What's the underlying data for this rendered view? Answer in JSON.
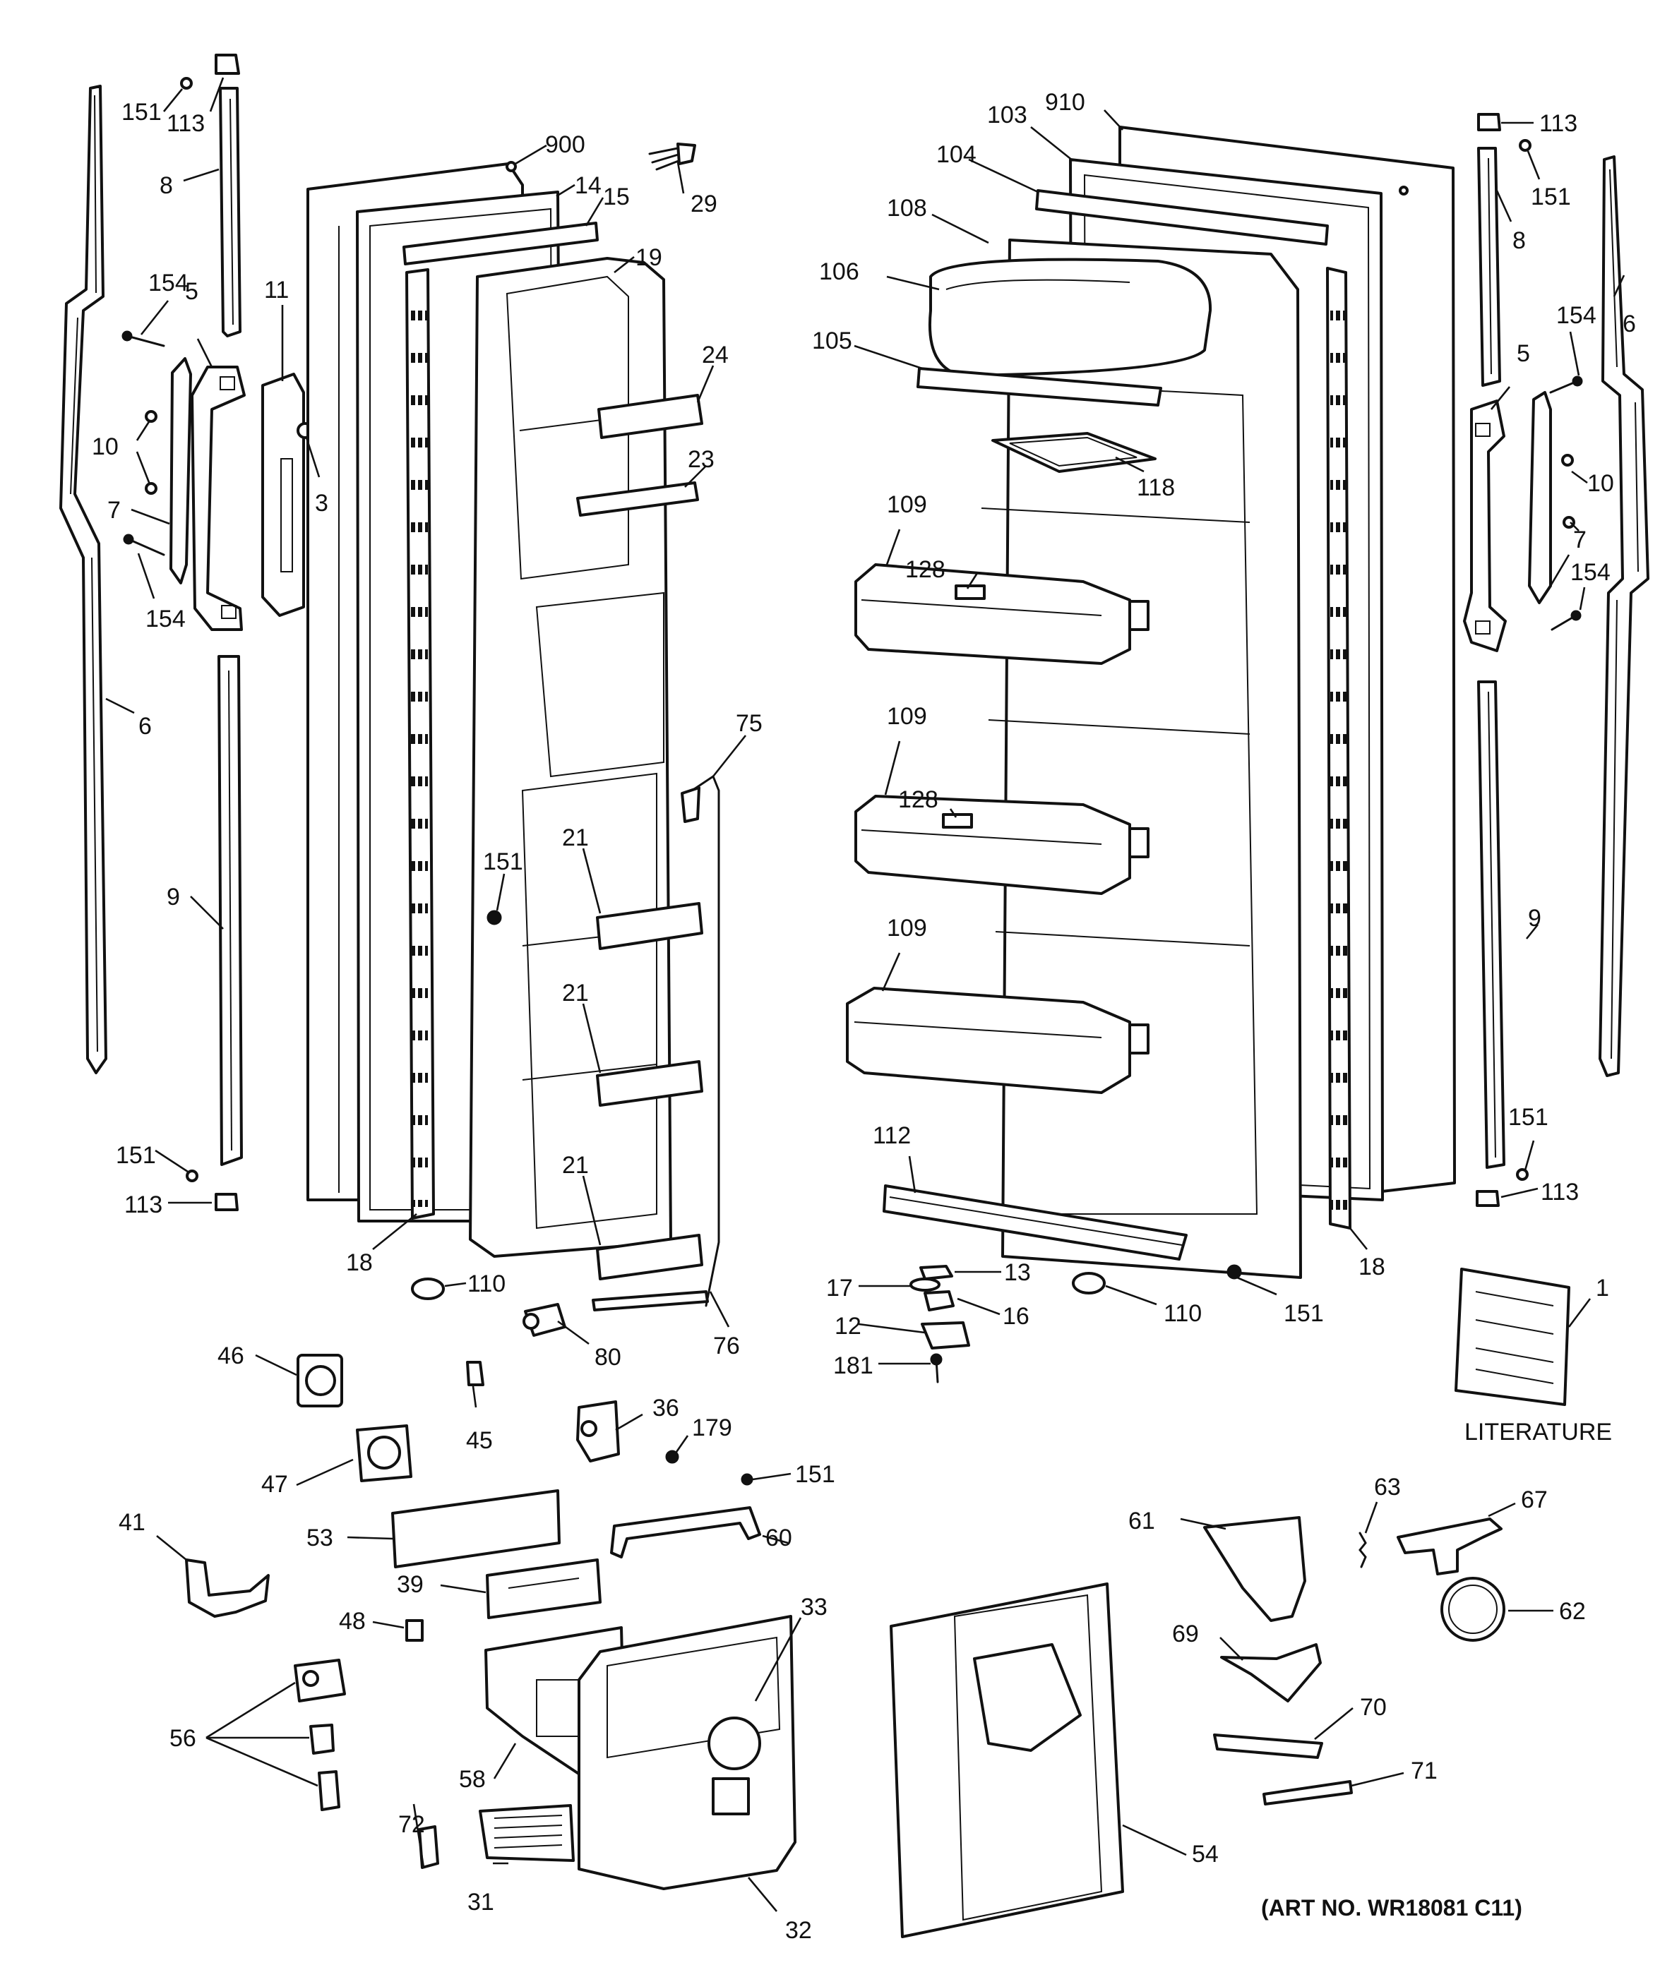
{
  "callouts": [
    {
      "id": "151a",
      "label": "151"
    },
    {
      "id": "113a",
      "label": "113"
    },
    {
      "id": "8a",
      "label": "8"
    },
    {
      "id": "154a",
      "label": "154"
    },
    {
      "id": "5a",
      "label": "5"
    },
    {
      "id": "11",
      "label": "11"
    },
    {
      "id": "10a",
      "label": "10"
    },
    {
      "id": "3",
      "label": "3"
    },
    {
      "id": "7a",
      "label": "7"
    },
    {
      "id": "154b",
      "label": "154"
    },
    {
      "id": "6a",
      "label": "6"
    },
    {
      "id": "9a",
      "label": "9"
    },
    {
      "id": "151b",
      "label": "151"
    },
    {
      "id": "113b",
      "label": "113"
    },
    {
      "id": "18a",
      "label": "18"
    },
    {
      "id": "900",
      "label": "900"
    },
    {
      "id": "14",
      "label": "14"
    },
    {
      "id": "15",
      "label": "15"
    },
    {
      "id": "29",
      "label": "29"
    },
    {
      "id": "19",
      "label": "19"
    },
    {
      "id": "24",
      "label": "24"
    },
    {
      "id": "23",
      "label": "23"
    },
    {
      "id": "75",
      "label": "75"
    },
    {
      "id": "151c",
      "label": "151"
    },
    {
      "id": "21a",
      "label": "21"
    },
    {
      "id": "21b",
      "label": "21"
    },
    {
      "id": "21c",
      "label": "21"
    },
    {
      "id": "110a",
      "label": "110"
    },
    {
      "id": "80",
      "label": "80"
    },
    {
      "id": "76",
      "label": "76"
    },
    {
      "id": "910",
      "label": "910"
    },
    {
      "id": "103",
      "label": "103"
    },
    {
      "id": "104",
      "label": "104"
    },
    {
      "id": "108",
      "label": "108"
    },
    {
      "id": "106",
      "label": "106"
    },
    {
      "id": "105",
      "label": "105"
    },
    {
      "id": "118",
      "label": "118"
    },
    {
      "id": "109a",
      "label": "109"
    },
    {
      "id": "128a",
      "label": "128"
    },
    {
      "id": "109b",
      "label": "109"
    },
    {
      "id": "128b",
      "label": "128"
    },
    {
      "id": "109c",
      "label": "109"
    },
    {
      "id": "112",
      "label": "112"
    },
    {
      "id": "13",
      "label": "13"
    },
    {
      "id": "17",
      "label": "17"
    },
    {
      "id": "16",
      "label": "16"
    },
    {
      "id": "12",
      "label": "12"
    },
    {
      "id": "181",
      "label": "181"
    },
    {
      "id": "110b",
      "label": "110"
    },
    {
      "id": "151d",
      "label": "151"
    },
    {
      "id": "18b",
      "label": "18"
    },
    {
      "id": "113c",
      "label": "113"
    },
    {
      "id": "151e",
      "label": "151"
    },
    {
      "id": "8b",
      "label": "8"
    },
    {
      "id": "6b",
      "label": "6"
    },
    {
      "id": "154c",
      "label": "154"
    },
    {
      "id": "5b",
      "label": "5"
    },
    {
      "id": "10b",
      "label": "10"
    },
    {
      "id": "7b",
      "label": "7"
    },
    {
      "id": "154d",
      "label": "154"
    },
    {
      "id": "9b",
      "label": "9"
    },
    {
      "id": "151f",
      "label": "151"
    },
    {
      "id": "113d",
      "label": "113"
    },
    {
      "id": "1",
      "label": "1"
    },
    {
      "id": "46",
      "label": "46"
    },
    {
      "id": "45",
      "label": "45"
    },
    {
      "id": "36",
      "label": "36"
    },
    {
      "id": "179",
      "label": "179"
    },
    {
      "id": "47",
      "label": "47"
    },
    {
      "id": "151g",
      "label": "151"
    },
    {
      "id": "41",
      "label": "41"
    },
    {
      "id": "53",
      "label": "53"
    },
    {
      "id": "60",
      "label": "60"
    },
    {
      "id": "39",
      "label": "39"
    },
    {
      "id": "48",
      "label": "48"
    },
    {
      "id": "33",
      "label": "33"
    },
    {
      "id": "56",
      "label": "56"
    },
    {
      "id": "58",
      "label": "58"
    },
    {
      "id": "72",
      "label": "72"
    },
    {
      "id": "31",
      "label": "31"
    },
    {
      "id": "32",
      "label": "32"
    },
    {
      "id": "54",
      "label": "54"
    },
    {
      "id": "61",
      "label": "61"
    },
    {
      "id": "63",
      "label": "63"
    },
    {
      "id": "67",
      "label": "67"
    },
    {
      "id": "62",
      "label": "62"
    },
    {
      "id": "69",
      "label": "69"
    },
    {
      "id": "70",
      "label": "70"
    },
    {
      "id": "71",
      "label": "71"
    }
  ],
  "literature_label": "LITERATURE",
  "art_number": "(ART NO. WR18081 C11)"
}
